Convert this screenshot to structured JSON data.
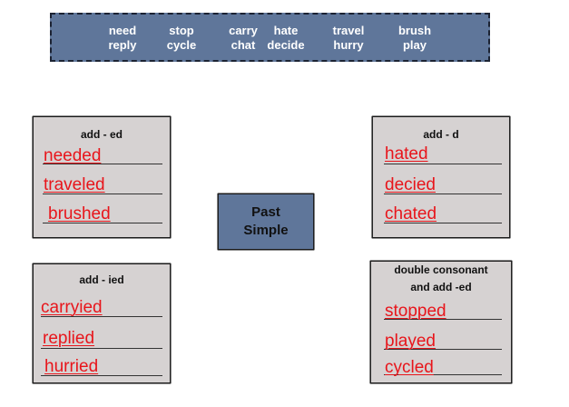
{
  "word_bank": {
    "words": [
      {
        "top": "need",
        "bottom": "reply"
      },
      {
        "top": "stop",
        "bottom": "cycle"
      },
      {
        "top": "carry",
        "bottom": "chat"
      },
      {
        "top": "hate",
        "bottom": "decide"
      },
      {
        "top": "travel",
        "bottom": "hurry"
      },
      {
        "top": "brush",
        "bottom": "play"
      }
    ]
  },
  "center": {
    "line1": "Past",
    "line2": "Simple"
  },
  "cards": {
    "add_ed": {
      "title": "add - ed",
      "answers": [
        "needed",
        "traveled",
        "brushed"
      ]
    },
    "add_d": {
      "title": "add - d",
      "answers": [
        "hated",
        "decied",
        "chated"
      ]
    },
    "add_ied": {
      "title": "add - ied",
      "answers": [
        "carryied",
        "replied",
        "hurried"
      ]
    },
    "double": {
      "title_line1": "double consonant",
      "title_line2": "and add -ed",
      "answers": [
        "stopped",
        "played",
        "cycled"
      ]
    }
  },
  "colors": {
    "wordbank_bg": "#5f769a",
    "card_bg": "#d6d2d2",
    "answer": "#e8151b",
    "center_bg": "#5f769a"
  }
}
